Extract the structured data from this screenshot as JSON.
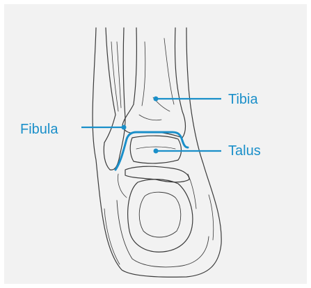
{
  "labels": {
    "fibula": "Fibula",
    "tibia": "Tibia",
    "talus": "Talus"
  },
  "colors": {
    "background": "#f2f2f2",
    "accent": "#1a8fc9",
    "ink": "#3a3a3a"
  }
}
